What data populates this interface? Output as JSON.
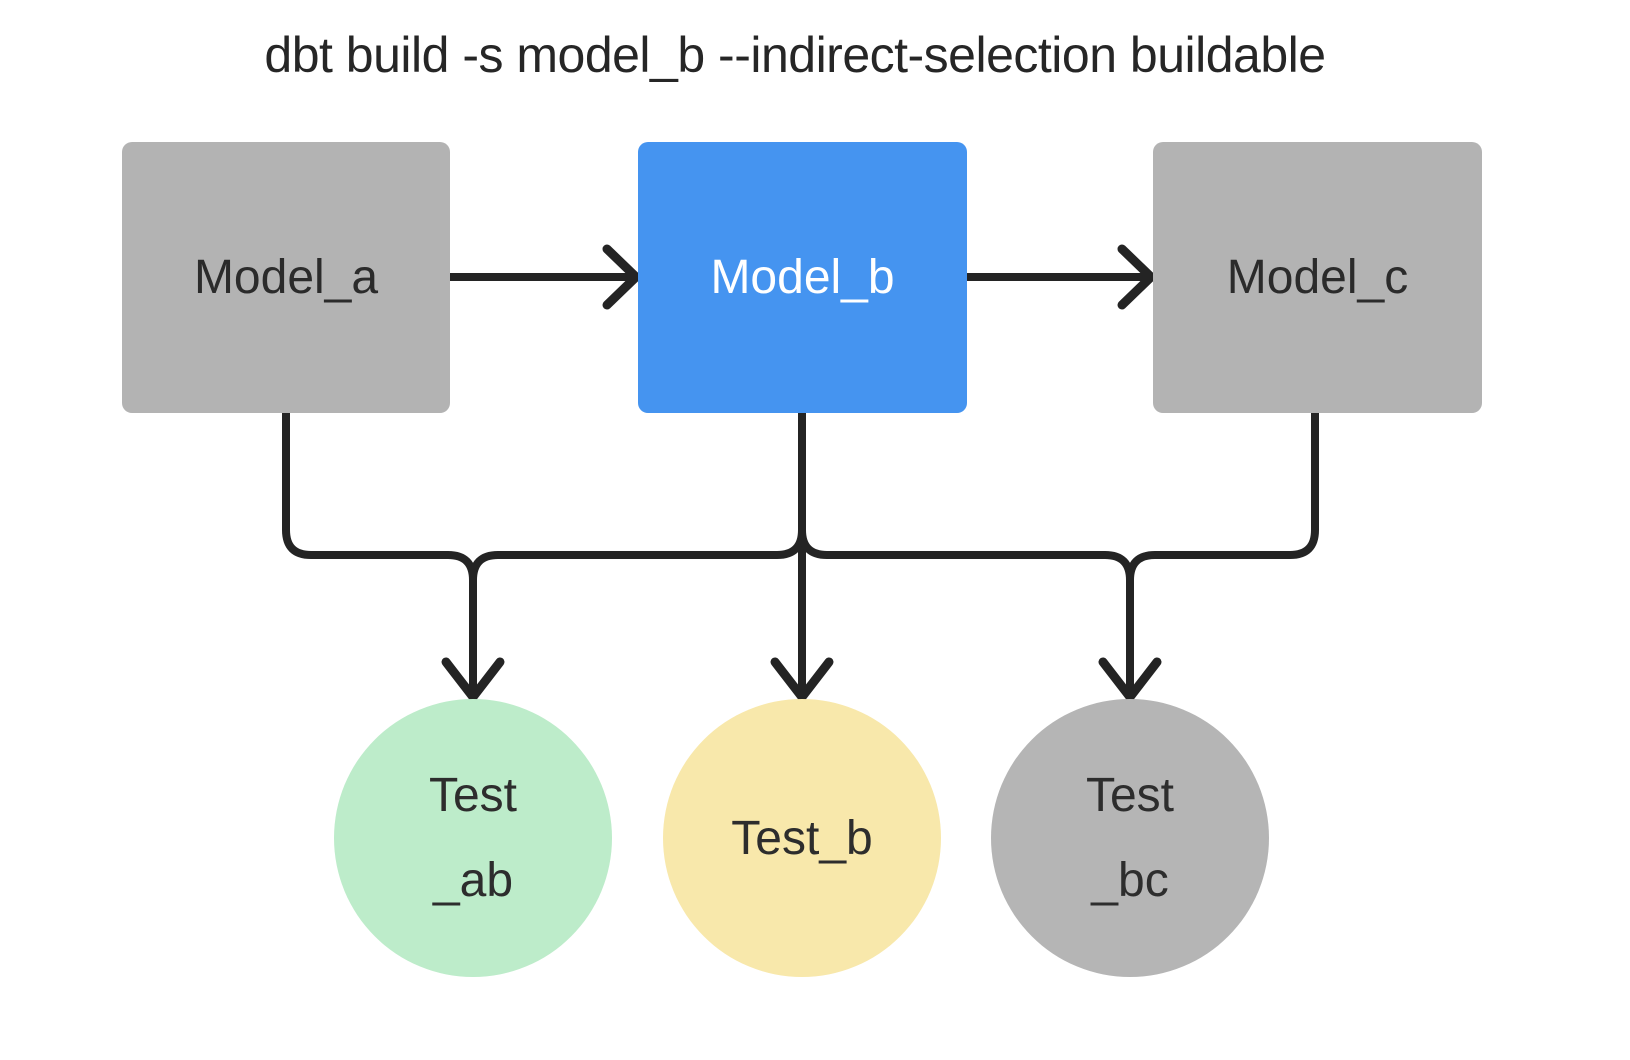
{
  "title": "dbt build -s model_b --indirect-selection buildable",
  "colors": {
    "background": "#FFFFFF",
    "model_default_fill": "#B3B3B3",
    "model_selected_fill": "#4594F0",
    "test_ab_fill": "#BDECCA",
    "test_b_fill": "#F8E8AB",
    "test_bc_fill": "#B5B5B5",
    "edge_stroke": "#242424",
    "label_dark": "#2B2B2B",
    "label_light": "#FFFFFF",
    "title_color": "#262626"
  },
  "nodes": {
    "model_a": {
      "label": "Model_a",
      "shape": "rect",
      "fill": "#B3B3B3"
    },
    "model_b": {
      "label": "Model_b",
      "shape": "rect",
      "fill": "#4594F0"
    },
    "model_c": {
      "label": "Model_c",
      "shape": "rect",
      "fill": "#B3B3B3"
    },
    "test_ab": {
      "label_line1": "Test",
      "label_line2": "_ab",
      "shape": "circle",
      "fill": "#BDECCA"
    },
    "test_b": {
      "label_line1": "Test_b",
      "label_line2": "",
      "shape": "circle",
      "fill": "#F8E8AB"
    },
    "test_bc": {
      "label_line1": "Test",
      "label_line2": "_bc",
      "shape": "circle",
      "fill": "#B5B5B5"
    }
  },
  "edges": [
    {
      "from": "model_a",
      "to": "model_b"
    },
    {
      "from": "model_b",
      "to": "model_c"
    },
    {
      "from": "model_a",
      "to": "test_ab"
    },
    {
      "from": "model_b",
      "to": "test_ab"
    },
    {
      "from": "model_b",
      "to": "test_b"
    },
    {
      "from": "model_b",
      "to": "test_bc"
    },
    {
      "from": "model_c",
      "to": "test_bc"
    }
  ]
}
